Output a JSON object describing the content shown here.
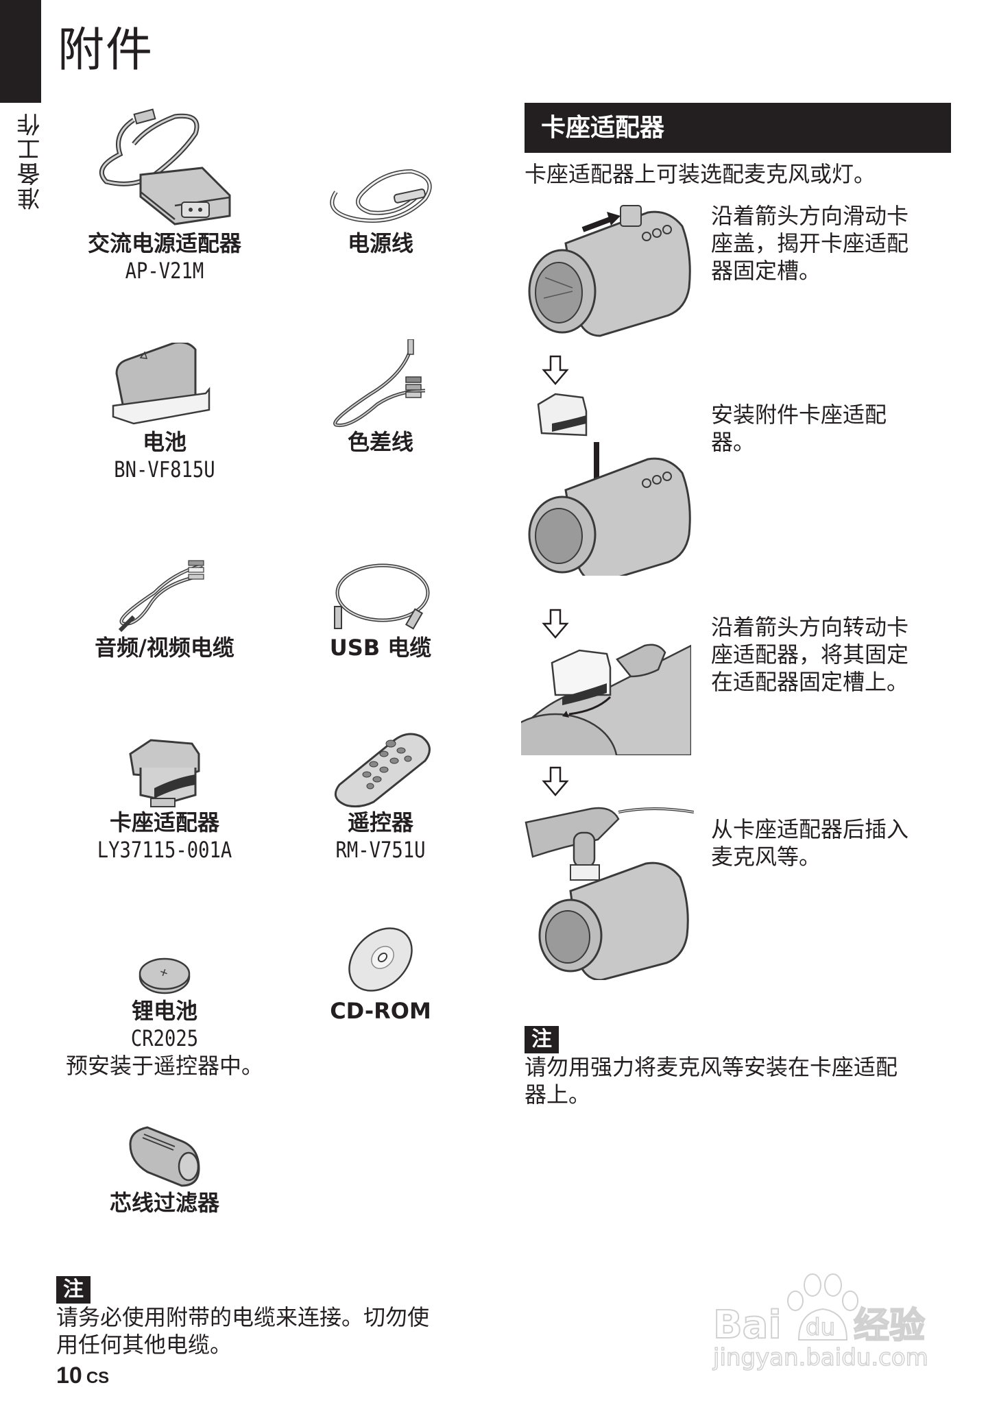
{
  "page": {
    "title": "附件",
    "side_tab_label": "准备工作",
    "page_number": "10",
    "page_lang_code": "CS"
  },
  "accessories": [
    {
      "name": "交流电源适配器",
      "model": "AP-V21M",
      "icon": "ac-adapter-icon"
    },
    {
      "name": "电源线",
      "model": "",
      "icon": "power-cord-icon"
    },
    {
      "name": "电池",
      "model": "BN-VF815U",
      "icon": "battery-pack-icon"
    },
    {
      "name": "色差线",
      "model": "",
      "icon": "component-cable-icon"
    },
    {
      "name": "音频/视频电缆",
      "model": "",
      "icon": "av-cable-icon"
    },
    {
      "name": "USB 电缆",
      "model": "",
      "icon": "usb-cable-icon"
    },
    {
      "name": "卡座适配器",
      "model": "LY37115-001A",
      "icon": "shoe-adapter-icon"
    },
    {
      "name": "遥控器",
      "model": "RM-V751U",
      "icon": "remote-control-icon"
    },
    {
      "name": "锂电池",
      "model": "CR2025",
      "desc": "预安装于遥控器中。",
      "icon": "coin-battery-icon"
    },
    {
      "name": "CD-ROM",
      "model": "",
      "icon": "cd-rom-icon"
    },
    {
      "name": "芯线过滤器",
      "model": "",
      "icon": "ferrite-core-icon"
    }
  ],
  "left_note": {
    "badge": "注",
    "lines": [
      "请务必使用附带的电缆来连接。切勿使",
      "用任何其他电缆。"
    ]
  },
  "shoe_adapter_section": {
    "header": "卡座适配器",
    "intro": "卡座适配器上可装选配麦克风或灯。",
    "steps": [
      {
        "lines": [
          "沿着箭头方向滑动卡",
          "座盖，揭开卡座适配",
          "器固定槽。"
        ],
        "icon": "camcorder-slide-cover-icon"
      },
      {
        "lines": [
          "安装附件卡座适配",
          "器。"
        ],
        "icon": "camcorder-attach-adapter-icon"
      },
      {
        "lines": [
          "沿着箭头方向转动卡",
          "座适配器，将其固定",
          "在适配器固定槽上。"
        ],
        "icon": "adapter-rotate-icon"
      },
      {
        "lines": [
          "从卡座适配器后插入",
          "麦克风等。"
        ],
        "icon": "camcorder-microphone-icon"
      }
    ],
    "note": {
      "badge": "注",
      "lines": [
        "请勿用强力将麦克风等安装在卡座适配",
        "器上。"
      ]
    }
  },
  "watermark": {
    "brand": "Bai",
    "brand_paw": "du",
    "brand_cn": "经验",
    "url": "jingyan.baidu.com"
  },
  "colors": {
    "ink": "#231f20",
    "illustration_fill": "#c8c8c8",
    "illustration_stroke": "#3a3a3a",
    "background": "#ffffff",
    "watermark": "#d8d8d8"
  }
}
